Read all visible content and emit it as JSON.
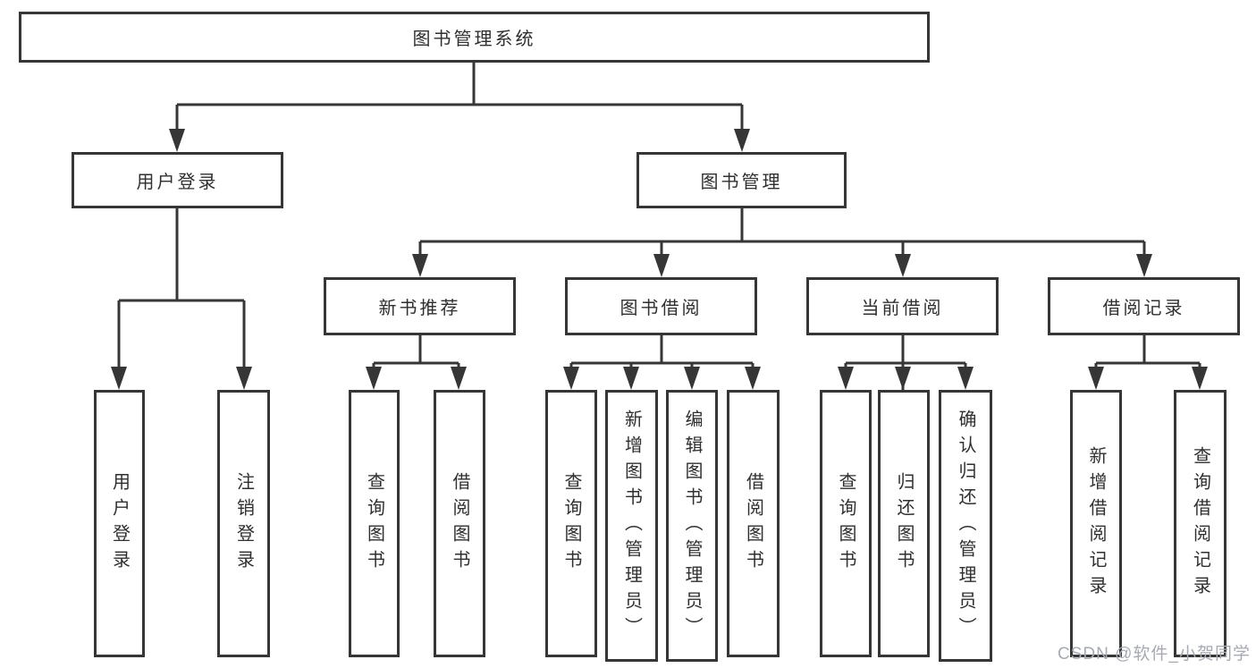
{
  "diagram": {
    "root": {
      "label": "图书管理系统"
    },
    "branches": [
      {
        "label": "用户登录",
        "children": [
          {
            "label": "用户登录"
          },
          {
            "label": "注销登录"
          }
        ]
      },
      {
        "label": "图书管理",
        "children": [
          {
            "label": "新书推荐",
            "children": [
              {
                "label": "查询图书"
              },
              {
                "label": "借阅图书"
              }
            ]
          },
          {
            "label": "图书借阅",
            "children": [
              {
                "label": "查询图书"
              },
              {
                "label": "新增图书（管理员）"
              },
              {
                "label": "编辑图书（管理员）"
              },
              {
                "label": "借阅图书"
              }
            ]
          },
          {
            "label": "当前借阅",
            "children": [
              {
                "label": "查询图书"
              },
              {
                "label": "归还图书"
              },
              {
                "label": "确认归还（管理员）"
              }
            ]
          },
          {
            "label": "借阅记录",
            "children": [
              {
                "label": "新增借阅记录"
              },
              {
                "label": "查询借阅记录"
              }
            ]
          }
        ]
      }
    ]
  },
  "watermark": {
    "text": "CSDN @软件_小贺同学"
  },
  "colors": {
    "line": "#363636",
    "box_border": "#363636",
    "box_fill": "#ffffff",
    "text": "#2f2f2f",
    "watermark": "#a6abb3",
    "background": "#ffffff"
  }
}
